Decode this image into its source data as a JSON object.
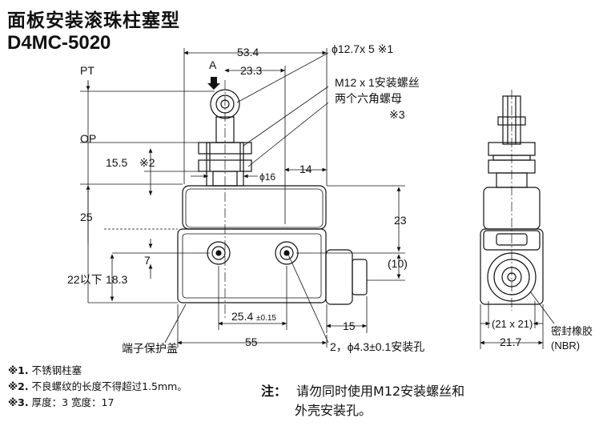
{
  "title": "面板安装滚珠柱塞型",
  "model": "D4MC-5020",
  "front_view": {
    "dim_overall_width": "53.4",
    "dim_plunger_offset": "23.3",
    "label_arrow": "A",
    "label_pt": "PT",
    "label_op": "OP",
    "dim_15_5": "15.5",
    "mark_2": "※2",
    "dim_phi16": "ϕ16",
    "dim_14": "14",
    "dim_25": "25",
    "dim_23": "23",
    "dim_7": "7",
    "dim_10": "(10)",
    "dim_22": "22以下",
    "dim_18_3": "18.3",
    "dim_25_4": "25.4",
    "dim_25_4_tol": "±0.15",
    "dim_15": "15",
    "dim_55": "55",
    "callout_roller": "ϕ12.7x 5  ※1",
    "callout_thread": "M12 x 1安装螺丝",
    "callout_nut": "两个六角螺母",
    "callout_nut_mark": "※3",
    "label_cover": "端子保护盖",
    "label_holes": "2，ϕ4.3±0.1安装孔"
  },
  "side_view": {
    "dim_21x21": "(21 x 21)",
    "dim_21_7": "21.7",
    "label_seal": "密封橡胶",
    "label_nbr": "(NBR)"
  },
  "footnotes": [
    {
      "mark": "※1.",
      "text": "不锈钢柱塞"
    },
    {
      "mark": "※2.",
      "text": "不良螺纹的长度不得超过1.5mm。"
    },
    {
      "mark": "※3.",
      "text": "厚度：3  宽度：17"
    }
  ],
  "note": {
    "label": "注：",
    "line1": "请勿同时使用M12安装螺丝和",
    "line2": "外壳安装孔。"
  }
}
